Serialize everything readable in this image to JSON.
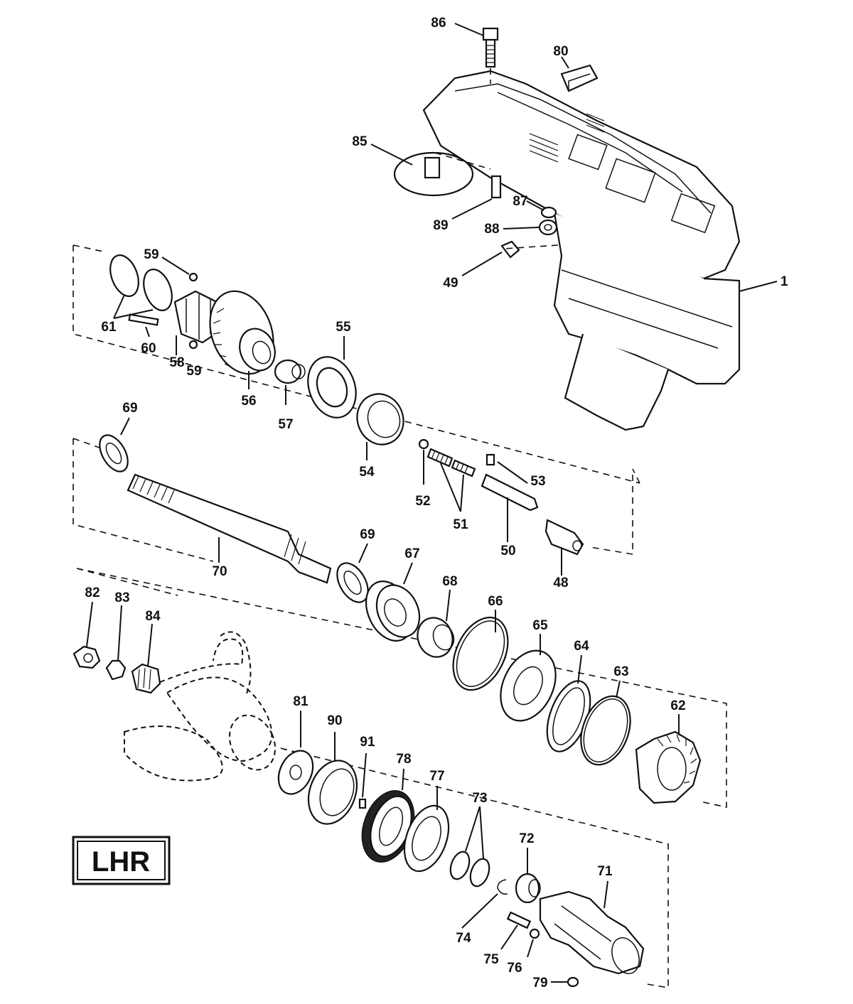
{
  "badge": {
    "label": "LHR"
  },
  "callouts": [
    "86",
    "80",
    "85",
    "87",
    "89",
    "88",
    "49",
    "1",
    "59",
    "61",
    "60",
    "58",
    "59",
    "56",
    "57",
    "55",
    "69",
    "54",
    "52",
    "51",
    "53",
    "50",
    "48",
    "70",
    "69",
    "67",
    "68",
    "66",
    "65",
    "64",
    "63",
    "62",
    "82",
    "83",
    "84",
    "81",
    "90",
    "91",
    "78",
    "77",
    "73",
    "72",
    "71",
    "74",
    "75",
    "76",
    "79"
  ]
}
